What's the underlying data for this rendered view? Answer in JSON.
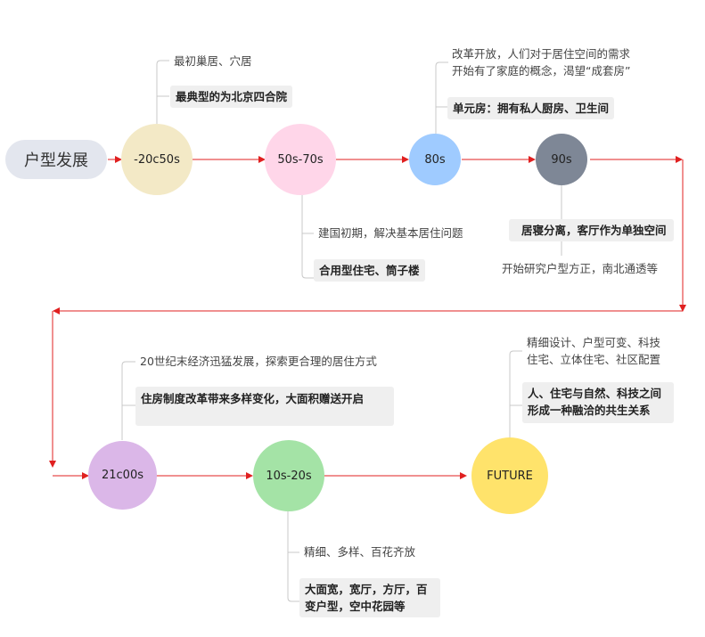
{
  "title": "户型发展",
  "colors": {
    "arrow": "#e02020",
    "branch": "#c8c8c8",
    "node_20c50s": "#f3e9c6",
    "node_50s70s": "#ffd6e9",
    "node_80s": "#9fcbff",
    "node_90s": "#7e8796",
    "node_21c00s": "#dbb7e8",
    "node_10s20s": "#a4e3a6",
    "node_future": "#ffe36b"
  },
  "stages": {
    "s20c50s": {
      "label": "-20c50s",
      "note": "最初巢居、穴居",
      "highlight": "最典型的为北京四合院"
    },
    "s50s70s": {
      "label": "50s-70s",
      "note": "建国初期，解决基本居住问题",
      "highlight": "合用型住宅、筒子楼"
    },
    "s80s": {
      "label": "80s",
      "note_lines": [
        "改革开放，人们对于居住空间的需求",
        "开始有了家庭的概念，渴望“成套房”"
      ],
      "highlight": "单元房：拥有私人厨房、卫生间"
    },
    "s90s": {
      "label": "90s",
      "highlight": "居寝分离，客厅作为单独空间",
      "note": "开始研究户型方正，南北通透等"
    },
    "s21c00s": {
      "label": "21c00s",
      "note": "20世纪末经济迅猛发展，探索更合理的居住方式",
      "highlight": "住房制度改革带来多样变化，大面积赠送开启"
    },
    "s10s20s": {
      "label": "10s-20s",
      "note": "精细、多样、百花齐放",
      "highlight_lines": [
        "大面宽，宽厅，方厅，百",
        "变户型，空中花园等"
      ]
    },
    "future": {
      "label": "FUTURE",
      "note_lines": [
        "精细设计、户型可变、科技",
        "住宅、立体住宅、社区配置"
      ],
      "highlight_lines": [
        "人、住宅与自然、科技之间",
        "形成一种融洽的共生关系"
      ]
    }
  }
}
